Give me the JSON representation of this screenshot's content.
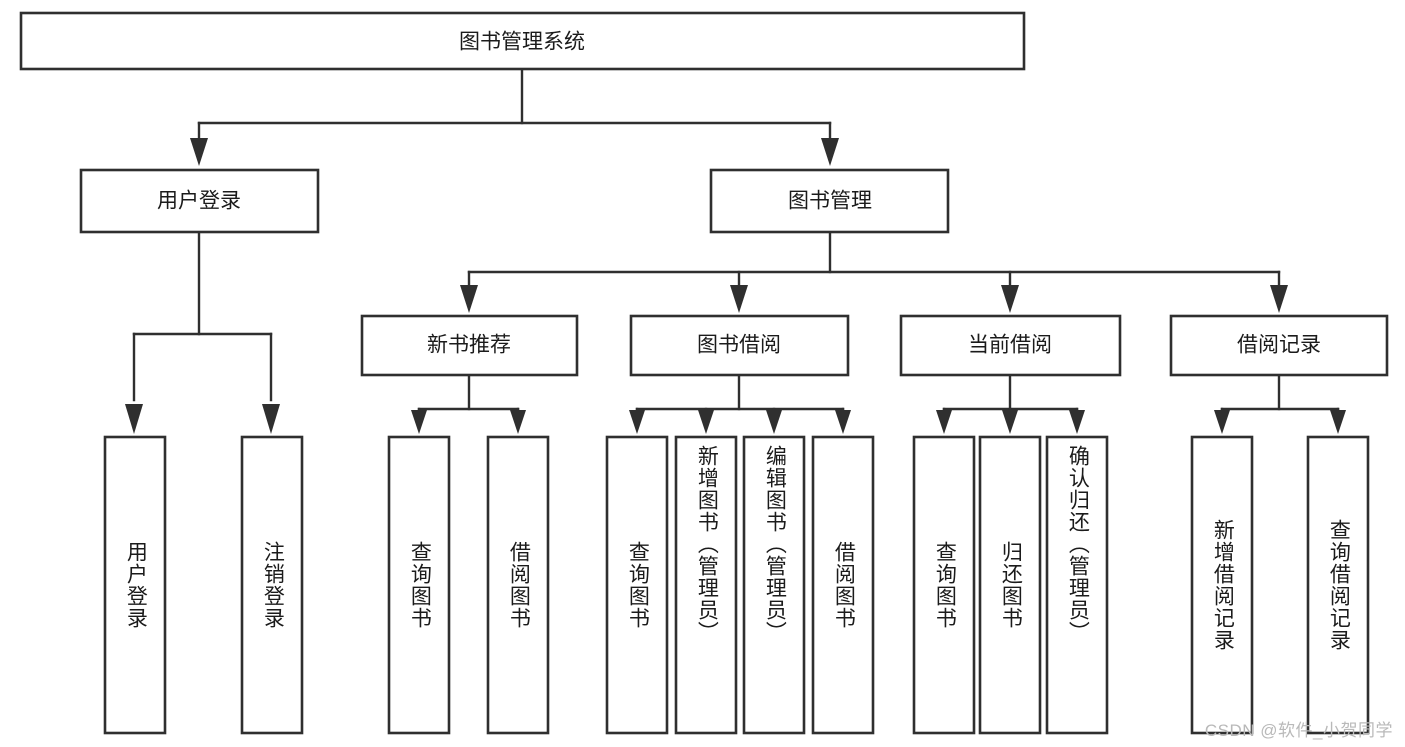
{
  "diagram": {
    "title": "图书管理系统",
    "type": "tree-hierarchy-chart",
    "root": {
      "id": "root",
      "label": "图书管理系统"
    },
    "level2": [
      {
        "id": "user-login",
        "label": "用户登录"
      },
      {
        "id": "book-manage",
        "label": "图书管理"
      }
    ],
    "level3": [
      {
        "id": "new-book-recommend",
        "label": "新书推荐",
        "parent": "book-manage"
      },
      {
        "id": "book-borrow",
        "label": "图书借阅",
        "parent": "book-manage"
      },
      {
        "id": "current-borrow",
        "label": "当前借阅",
        "parent": "book-manage"
      },
      {
        "id": "borrow-record",
        "label": "借阅记录",
        "parent": "book-manage"
      }
    ],
    "leaves": [
      {
        "id": "leaf-user-login",
        "label": "用户登录",
        "parent": "user-login"
      },
      {
        "id": "leaf-logout-login",
        "label": "注销登录",
        "parent": "user-login"
      },
      {
        "id": "leaf-query-book-1",
        "label": "查询图书",
        "parent": "new-book-recommend"
      },
      {
        "id": "leaf-borrow-book-1",
        "label": "借阅图书",
        "parent": "new-book-recommend"
      },
      {
        "id": "leaf-query-book-2",
        "label": "查询图书",
        "parent": "book-borrow"
      },
      {
        "id": "leaf-add-book-admin",
        "label": "新增图书（管理员）",
        "parent": "book-borrow"
      },
      {
        "id": "leaf-edit-book-admin",
        "label": "编辑图书（管理员）",
        "parent": "book-borrow"
      },
      {
        "id": "leaf-borrow-book-2",
        "label": "借阅图书",
        "parent": "book-borrow"
      },
      {
        "id": "leaf-query-book-3",
        "label": "查询图书",
        "parent": "current-borrow"
      },
      {
        "id": "leaf-return-book",
        "label": "归还图书",
        "parent": "current-borrow"
      },
      {
        "id": "leaf-confirm-return-admin",
        "label": "确认归还（管理员）",
        "parent": "current-borrow"
      },
      {
        "id": "leaf-add-borrow-record",
        "label": "新增借阅记录",
        "parent": "borrow-record"
      },
      {
        "id": "leaf-query-borrow-record",
        "label": "查询借阅记录",
        "parent": "borrow-record"
      }
    ],
    "watermark": "CSDN @软件_小贺同学",
    "colors": {
      "box_stroke": "#2f2f2f",
      "box_fill": "#ffffff",
      "text": "#1b1b1b",
      "watermark": "#b9b9b9",
      "background": "#ffffff"
    }
  }
}
